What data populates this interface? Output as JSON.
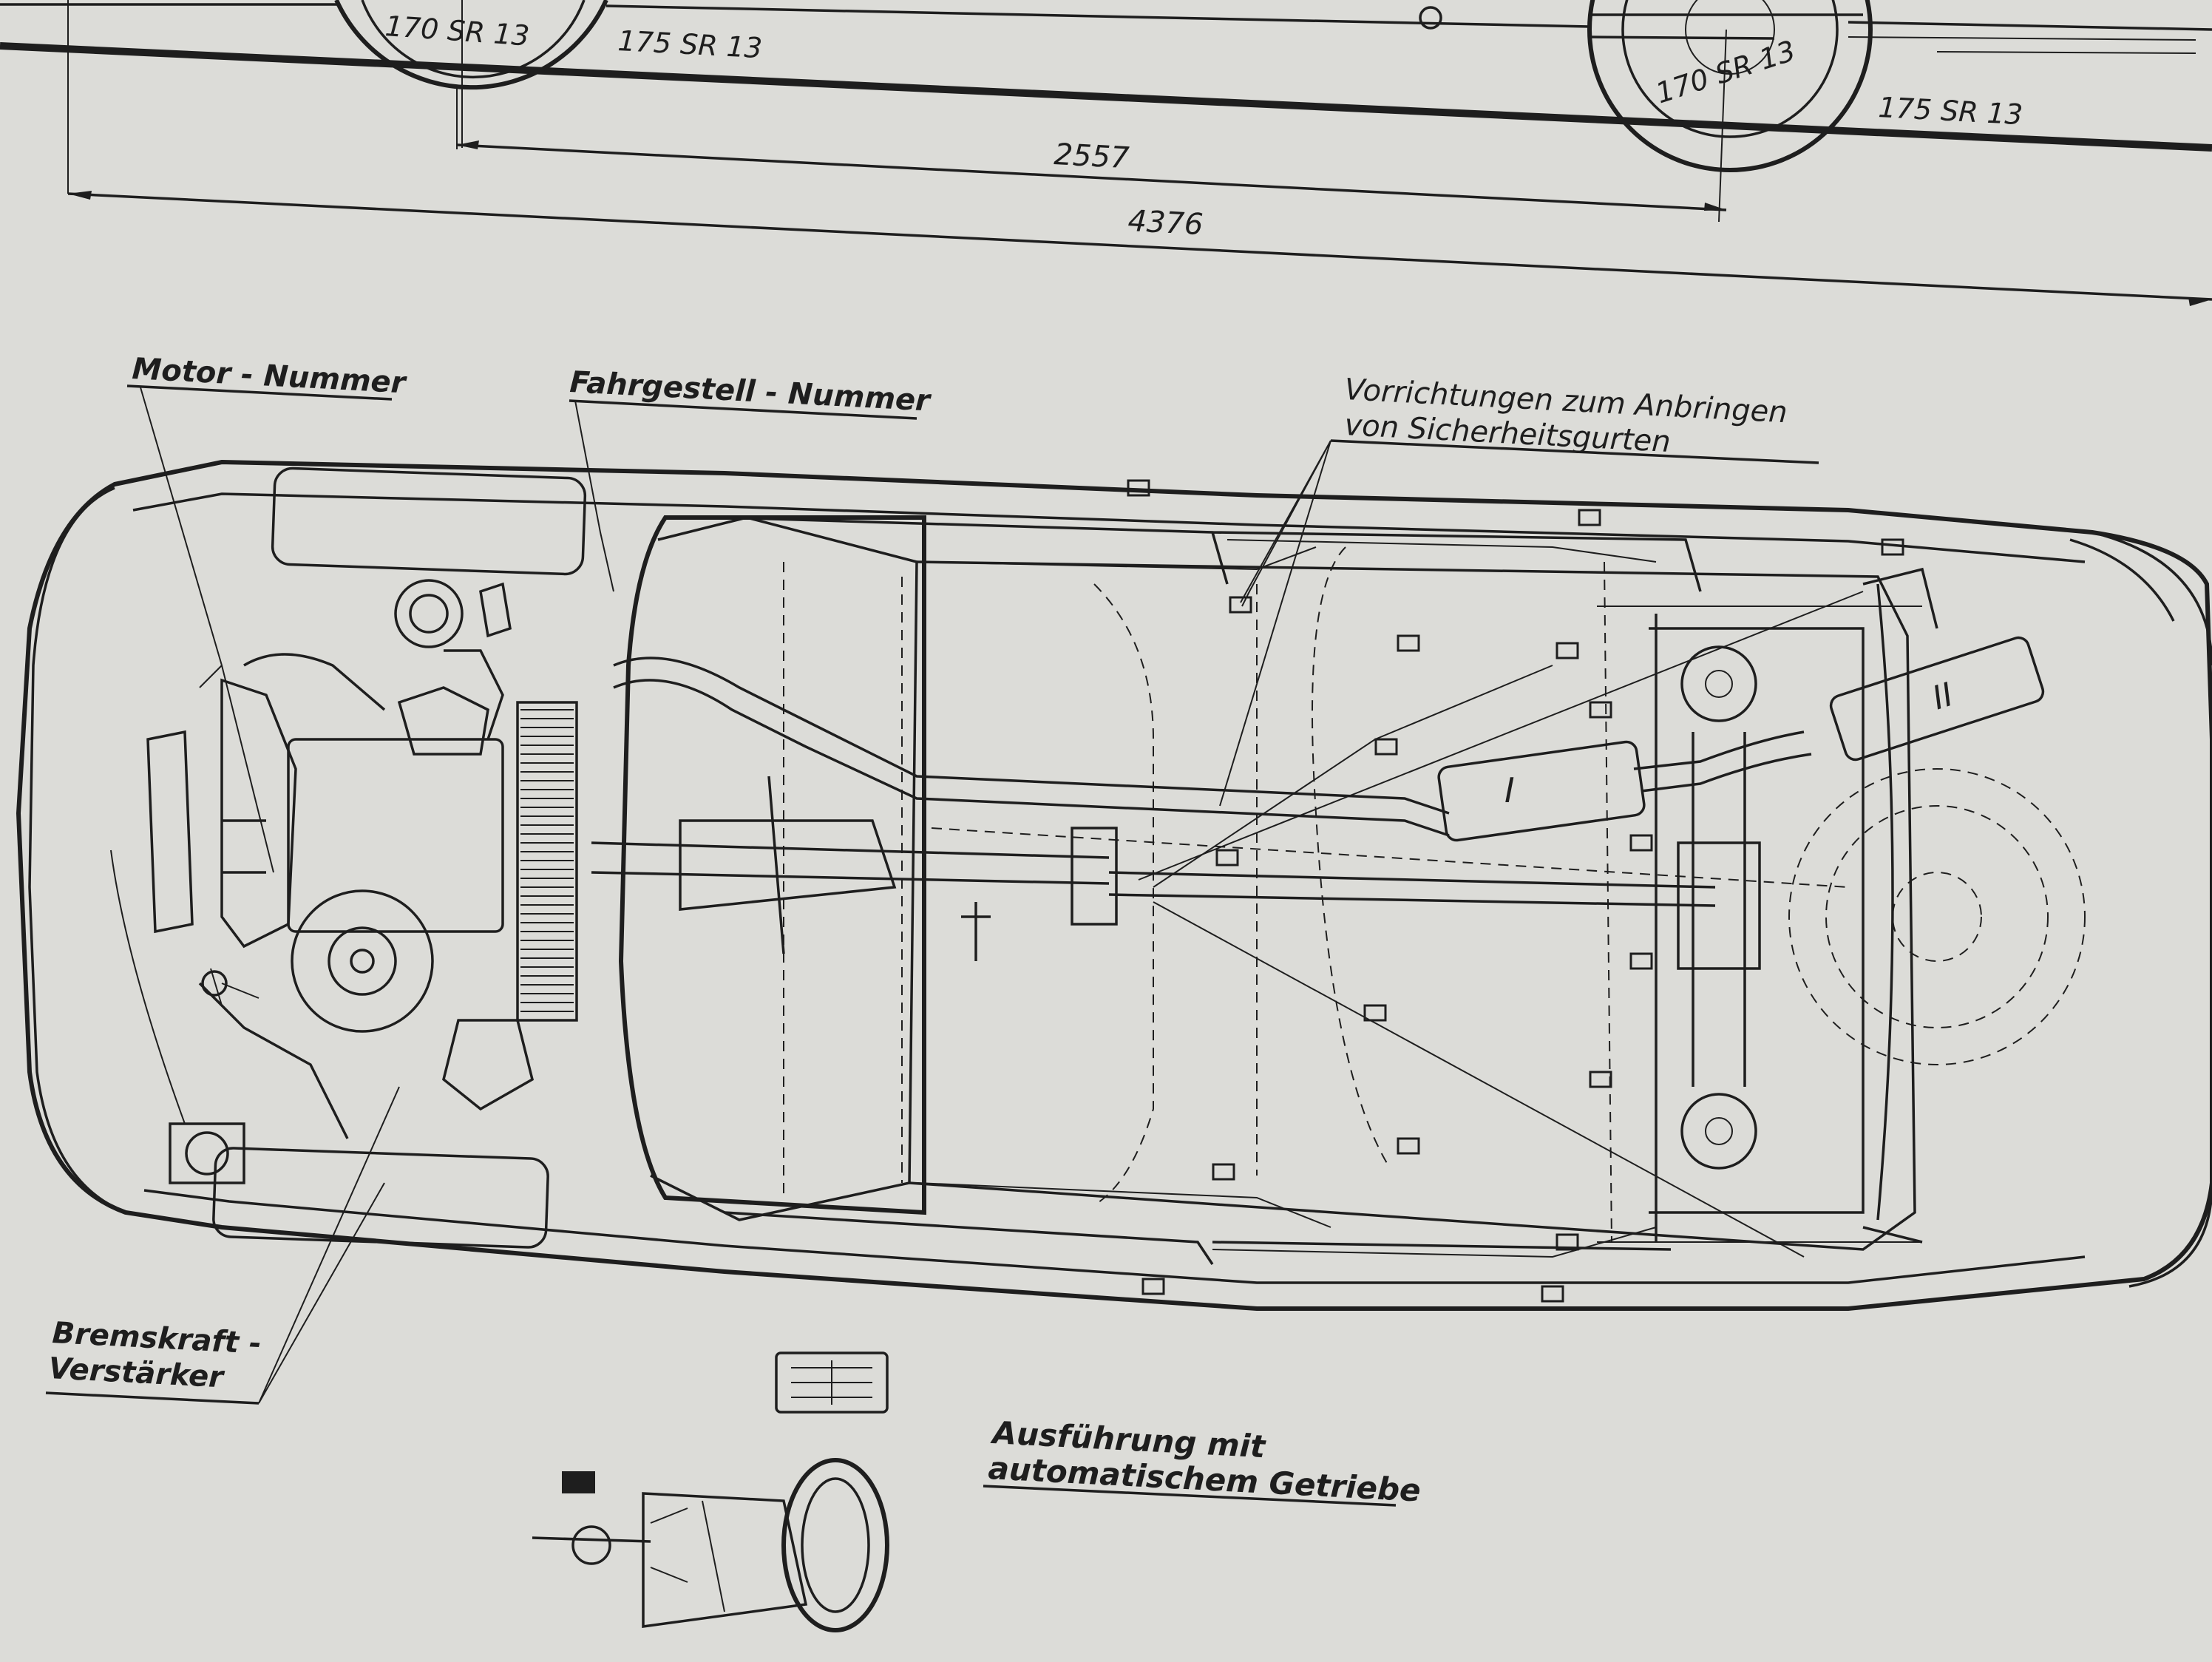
{
  "top_view": {
    "tire_rear_inner": "170 SR 13",
    "tire_rear_outer": "175 SR 13",
    "tire_front_inner": "170 SR 13",
    "tire_front_outer": "175 SR 13",
    "wheelbase": "2557",
    "overall_length": "4376"
  },
  "labels": {
    "motor_nummer": "Motor - Nummer",
    "fahrgestell_nummer": "Fahrgestell - Nummer",
    "seatbelt_line1": "Vorrichtungen zum Anbringen",
    "seatbelt_line2": "von Sicherheitsgurten",
    "brake_line1": "Bremskraft -",
    "brake_line2": "Verstärker",
    "auto_line1": "Ausführung mit",
    "auto_line2": "automatischem Getriebe",
    "muffler_1": "I",
    "muffler_2": "II"
  },
  "colors": {
    "paper": "#dcdcd8",
    "ink": "#1e1e1e"
  }
}
